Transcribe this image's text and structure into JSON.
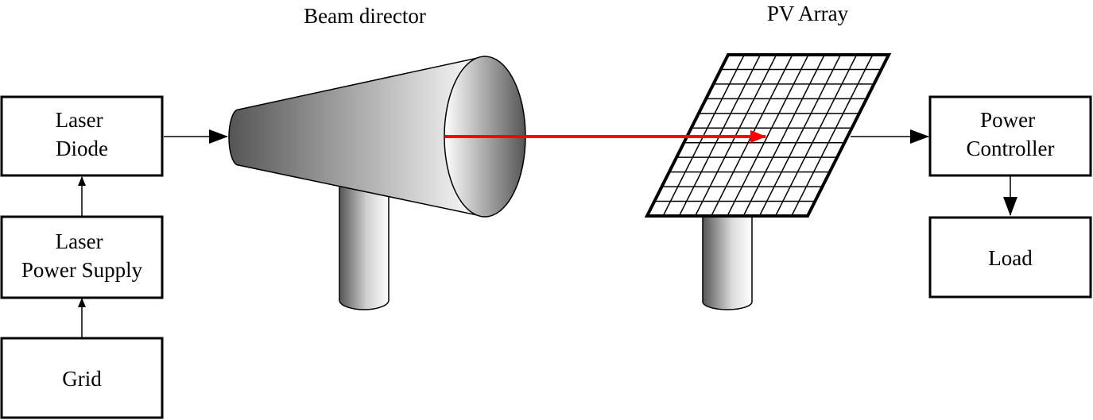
{
  "blocks": {
    "laser_diode": [
      "Laser",
      "Diode"
    ],
    "laser_power_supply": [
      "Laser",
      "Power Supply"
    ],
    "grid": [
      "Grid"
    ],
    "power_controller": [
      "Power",
      "Controller"
    ],
    "load": [
      "Load"
    ]
  },
  "labels": {
    "beam_director": "Beam director",
    "pv_array": "PV Array"
  },
  "colors": {
    "beam": "#ff0000",
    "outline": "#000000",
    "shade_dark": "#555555",
    "shade_light": "#ffffff"
  }
}
